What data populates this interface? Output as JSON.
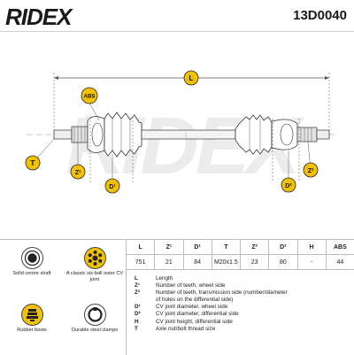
{
  "header": {
    "brand": "RIDEX",
    "part_number": "13D0040"
  },
  "diagram": {
    "watermark": "RIDEX",
    "labels": {
      "length": "L",
      "abs": "ABS",
      "thread": "T",
      "z1": "Z¹",
      "d1": "D¹",
      "z2": "Z²",
      "d2": "D²"
    }
  },
  "table": {
    "headers": [
      "L",
      "Z¹",
      "D¹",
      "T",
      "Z²",
      "D²",
      "H",
      "ABS"
    ],
    "values": [
      "751",
      "21",
      "84",
      "M20x1.5",
      "23",
      "80",
      "-",
      "44"
    ]
  },
  "features": [
    {
      "label": "Solid centre shaft",
      "icon": "solid-shaft-icon"
    },
    {
      "label": "A classic six-ball outer CV joint",
      "icon": "six-ball-joint-icon"
    },
    {
      "label": "Rubber boots",
      "icon": "rubber-boot-icon"
    },
    {
      "label": "Durable steel clamps",
      "icon": "steel-clamp-icon"
    }
  ],
  "legend": [
    {
      "symbol": "L",
      "text": "Length"
    },
    {
      "symbol": "Z¹",
      "text": "Number of teeth, wheel side"
    },
    {
      "symbol": "Z²",
      "text": "Number of teeth, transmission side (number/diameter"
    },
    {
      "symbol": "",
      "text": "of holes on the differential side)"
    },
    {
      "symbol": "D¹",
      "text": "CV joint diameter, wheel side"
    },
    {
      "symbol": "D²",
      "text": "CV joint diameter, differential side"
    },
    {
      "symbol": "H",
      "text": "CV joint height, differential side"
    },
    {
      "symbol": "T",
      "text": "Axle nut/bolt thread size"
    }
  ],
  "colors": {
    "accent": "#f2c200",
    "dark": "#1a1a1a",
    "line": "#555555"
  }
}
